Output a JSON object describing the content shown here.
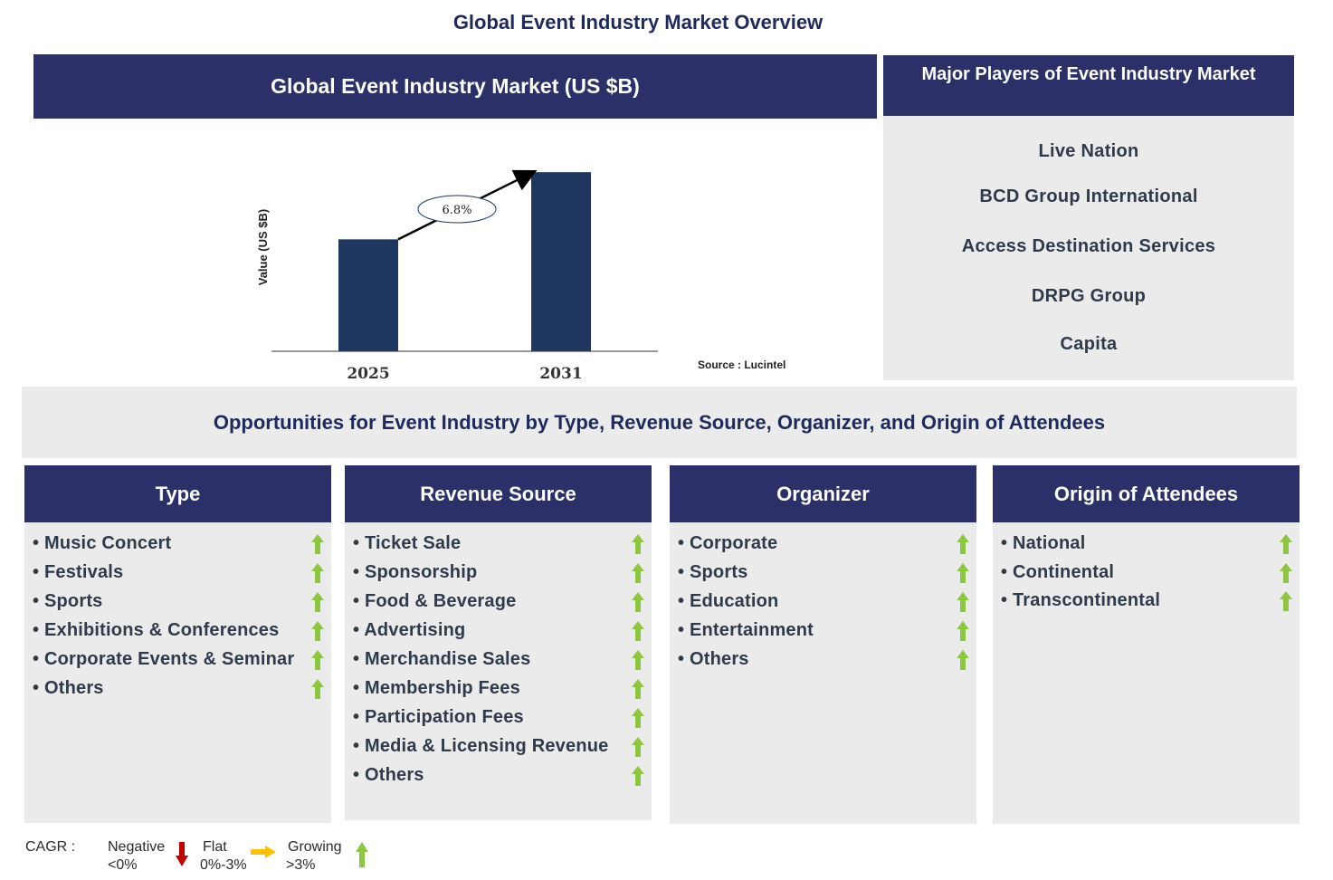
{
  "title": "Global Event Industry Market Overview",
  "chart_panel": {
    "header": "Global Event Industry Market (US $B)",
    "source": "Source : Lucintel"
  },
  "chart_data": {
    "type": "bar",
    "categories": [
      "2025",
      "2031"
    ],
    "values": [
      1.0,
      1.6
    ],
    "ylabel": "Value (US $B)",
    "xlabel": "",
    "ylim": [
      0,
      1.65
    ],
    "annotation": "6.8%",
    "bar_color": "#1f365f"
  },
  "players": {
    "header": "Major Players of Event Industry Market",
    "items": [
      "Live Nation",
      "BCD Group International",
      "Access Destination Services",
      "DRPG Group",
      "Capita"
    ]
  },
  "opportunities_title": "Opportunities for Event Industry by Type, Revenue Source, Organizer, and Origin of Attendees",
  "segments": [
    {
      "title": "Type",
      "items": [
        "Music Concert",
        "Festivals",
        "Sports",
        "Exhibitions & Conferences",
        "Corporate Events & Seminar",
        "Others"
      ]
    },
    {
      "title": "Revenue Source",
      "items": [
        "Ticket Sale",
        "Sponsorship",
        "Food & Beverage",
        "Advertising",
        "Merchandise Sales",
        "Membership Fees",
        "Participation Fees",
        "Media & Licensing Revenue",
        "Others"
      ]
    },
    {
      "title": "Organizer",
      "items": [
        "Corporate",
        "Sports",
        "Education",
        "Entertainment",
        "Others"
      ]
    },
    {
      "title": "Origin of Attendees",
      "items": [
        "National",
        "Continental",
        "Transcontinental"
      ]
    }
  ],
  "legend": {
    "label": "CAGR :",
    "negative": "Negative",
    "negative_range": "<0%",
    "flat": "Flat",
    "flat_range": "0%-3%",
    "growing": "Growing",
    "growing_range": ">3%"
  },
  "colors": {
    "navy": "#2b3069",
    "panel": "#ebebeb",
    "growing": "#8dc63f",
    "negative": "#c00000",
    "flat": "#ffc000"
  }
}
